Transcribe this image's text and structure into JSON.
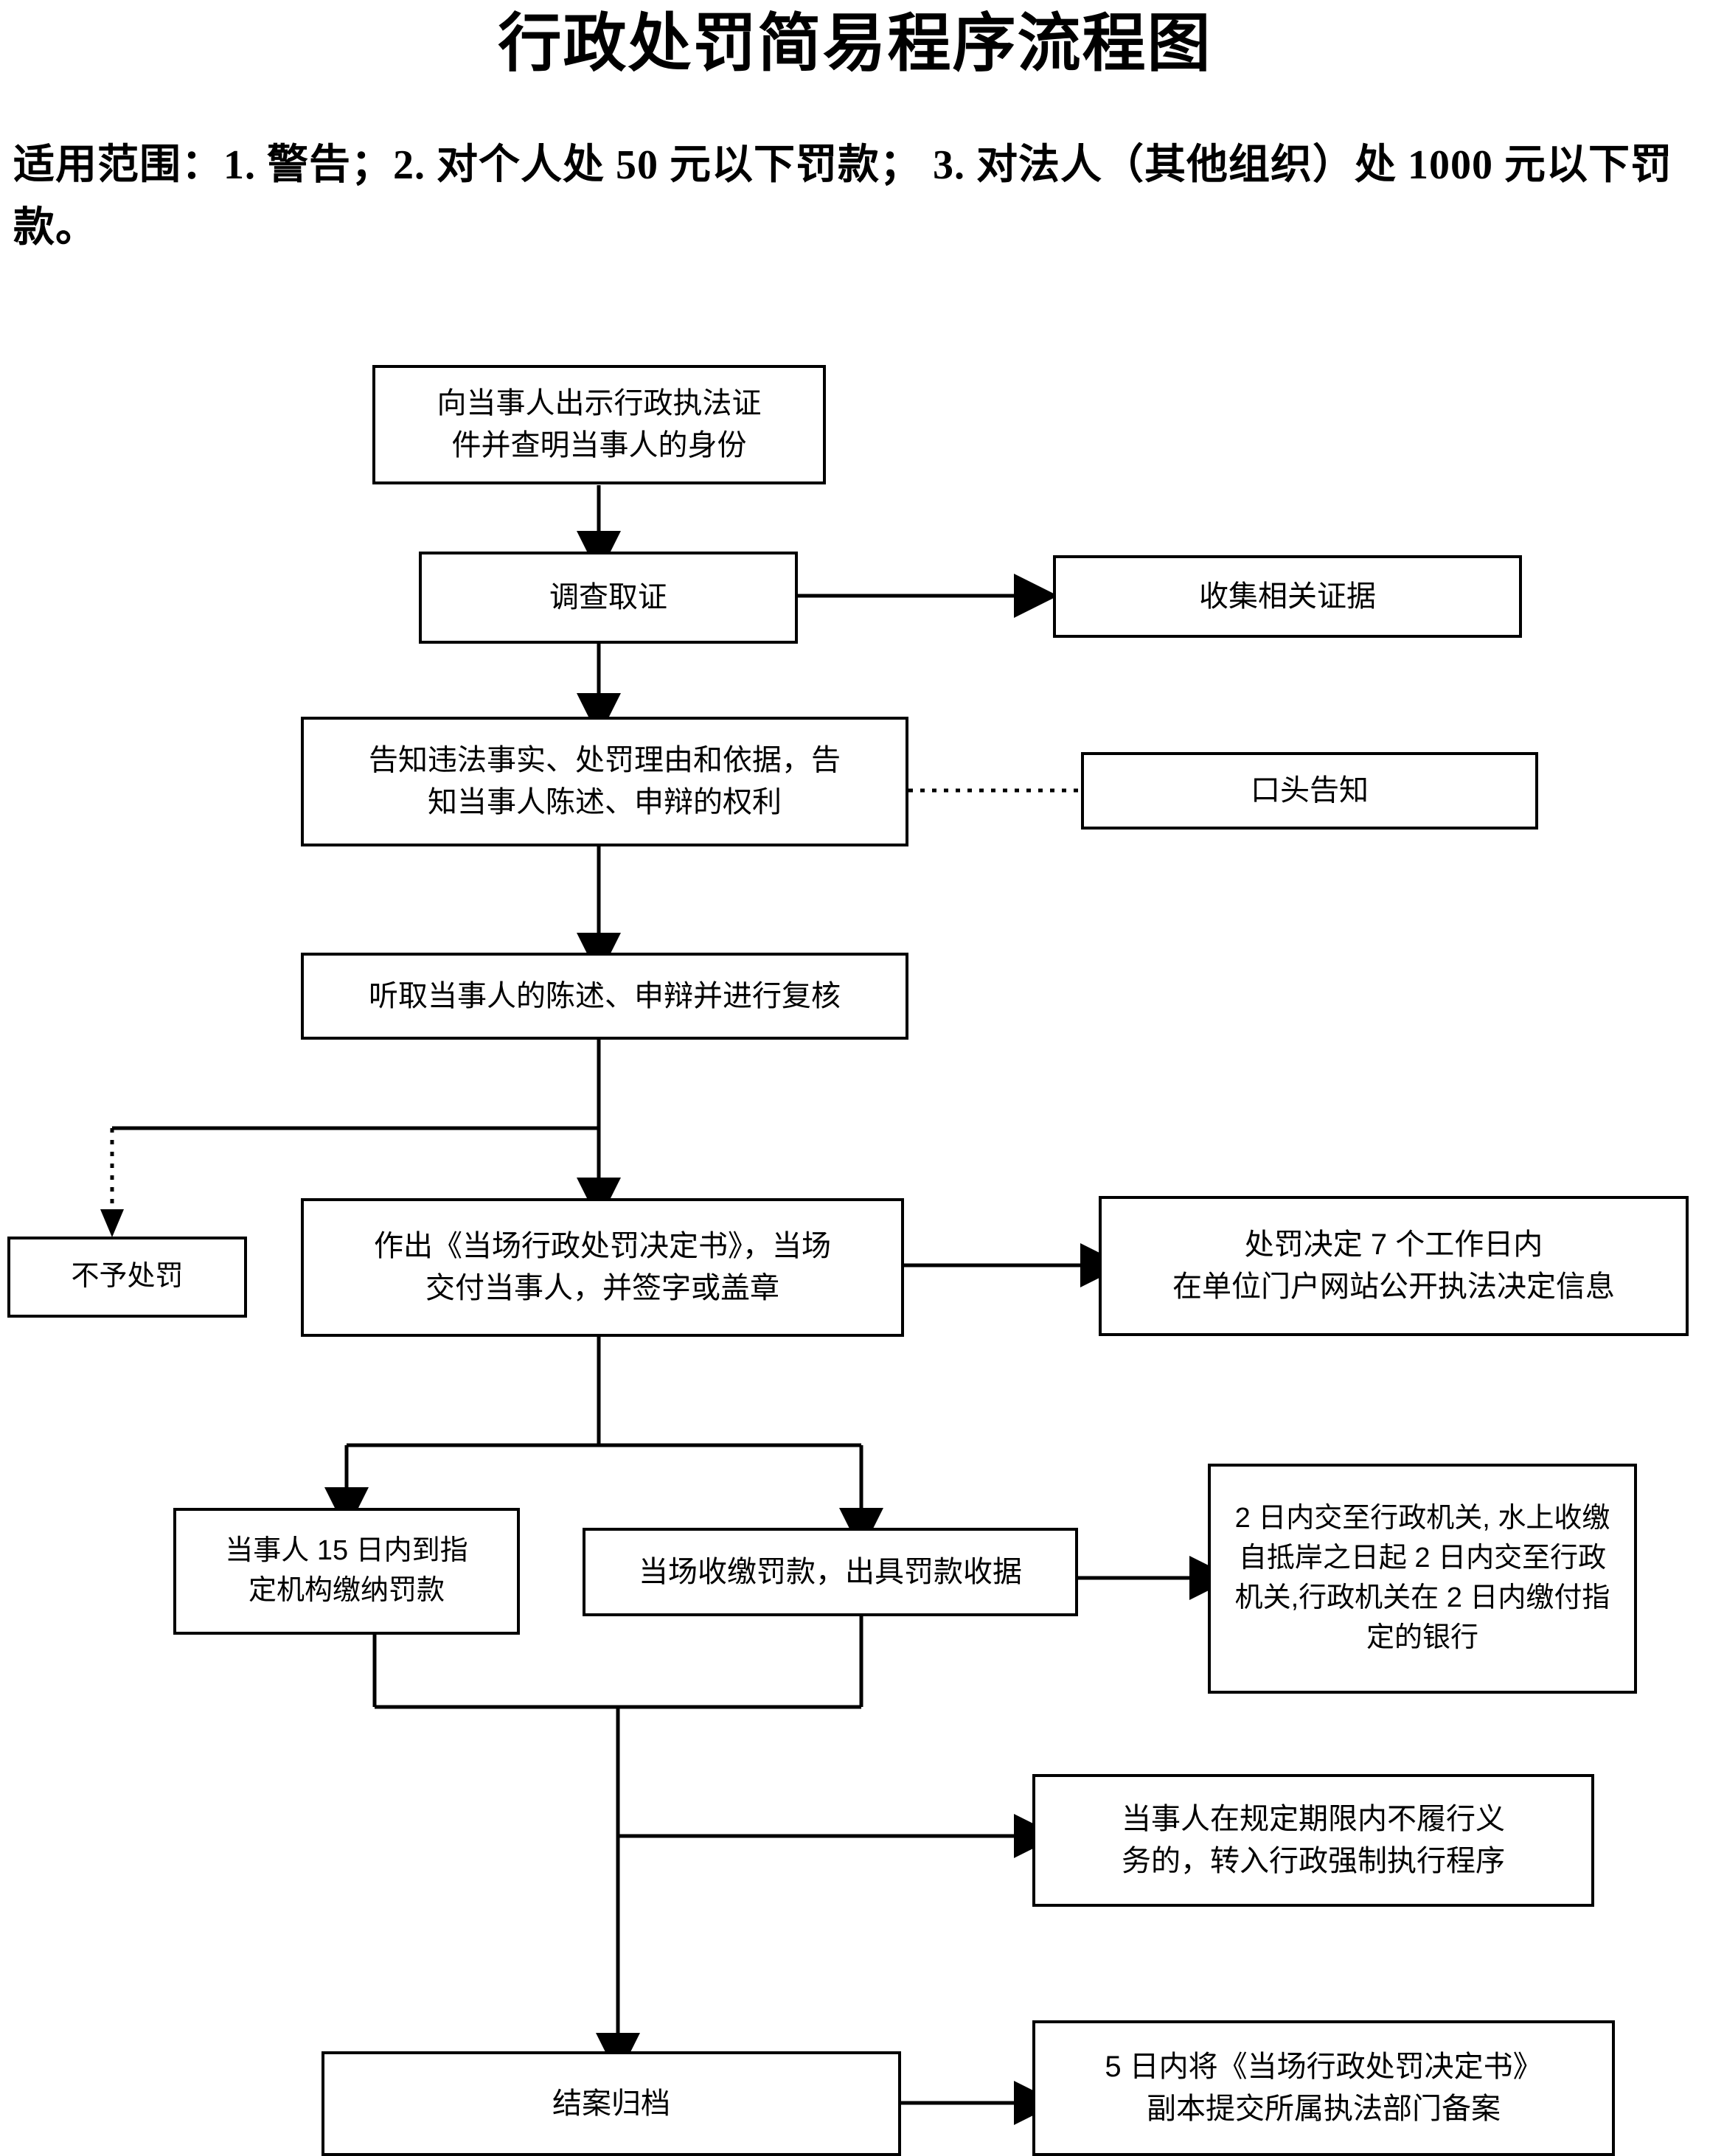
{
  "document": {
    "title": "行政处罚简易程序流程图",
    "scope_text": "适用范围：1. 警告；2. 对个人处 50 元以下罚款； 3. 对法人（其他组织）处 1000 元以下罚款。"
  },
  "colors": {
    "ink": "#000000",
    "paper": "#ffffff"
  },
  "flowchart": {
    "type": "flowchart",
    "orientation": "top-to-bottom",
    "nodes": [
      {
        "id": "n1",
        "label": "向当事人出示行政执法证\n件并查明当事人的身份"
      },
      {
        "id": "n2",
        "label": "调查取证"
      },
      {
        "id": "n3",
        "label": "收集相关证据"
      },
      {
        "id": "n4",
        "label": "告知违法事实、处罚理由和依据，告\n知当事人陈述、申辩的权利"
      },
      {
        "id": "n5",
        "label": "口头告知"
      },
      {
        "id": "n6",
        "label": "听取当事人的陈述、申辩并进行复核"
      },
      {
        "id": "n7",
        "label": "不予处罚"
      },
      {
        "id": "n8",
        "label": "作出《当场行政处罚决定书》，当场\n交付当事人，并签字或盖章"
      },
      {
        "id": "n9",
        "label": "处罚决定 7 个工作日内\n在单位门户网站公开执法决定信息"
      },
      {
        "id": "n10",
        "label": "当事人 15 日内到指\n定机构缴纳罚款"
      },
      {
        "id": "n11",
        "label": "当场收缴罚款，出具罚款收据"
      },
      {
        "id": "n12",
        "label": "2 日内交至行政机关, 水上收缴\n自抵岸之日起 2 日内交至行政\n机关,行政机关在 2 日内缴付指\n定的银行"
      },
      {
        "id": "n13",
        "label": "当事人在规定期限内不履行义\n务的，转入行政强制执行程序"
      },
      {
        "id": "n14",
        "label": "结案归档"
      },
      {
        "id": "n15",
        "label": "5 日内将《当场行政处罚决定书》\n副本提交所属执法部门备案"
      }
    ],
    "edges": [
      {
        "from": "n1",
        "to": "n2",
        "style": "solid-arrow",
        "direction": "down"
      },
      {
        "from": "n2",
        "to": "n3",
        "style": "solid-arrow",
        "direction": "right"
      },
      {
        "from": "n2",
        "to": "n4",
        "style": "solid-arrow",
        "direction": "down"
      },
      {
        "from": "n4",
        "to": "n5",
        "style": "dotted",
        "direction": "right"
      },
      {
        "from": "n4",
        "to": "n6",
        "style": "solid-arrow",
        "direction": "down"
      },
      {
        "from": "n6",
        "to": "n7",
        "style": "dotted-arrow",
        "direction": "down-left"
      },
      {
        "from": "n6",
        "to": "n8",
        "style": "solid-arrow",
        "direction": "down"
      },
      {
        "from": "n8",
        "to": "n9",
        "style": "solid-arrow",
        "direction": "right"
      },
      {
        "from": "n8",
        "to": "n10",
        "style": "solid-arrow",
        "direction": "down-left"
      },
      {
        "from": "n8",
        "to": "n11",
        "style": "solid-arrow",
        "direction": "down-right"
      },
      {
        "from": "n11",
        "to": "n12",
        "style": "solid-arrow",
        "direction": "right"
      },
      {
        "from": "n10",
        "to": "n13",
        "style": "solid-arrow",
        "direction": "down-right"
      },
      {
        "from": "n11",
        "to": "n13",
        "style": "solid-arrow",
        "direction": "down-right"
      },
      {
        "from": "n10",
        "to": "n14",
        "style": "solid-arrow",
        "direction": "down"
      },
      {
        "from": "n11",
        "to": "n14",
        "style": "solid-arrow",
        "direction": "down"
      },
      {
        "from": "n14",
        "to": "n15",
        "style": "solid-arrow",
        "direction": "right"
      }
    ]
  }
}
